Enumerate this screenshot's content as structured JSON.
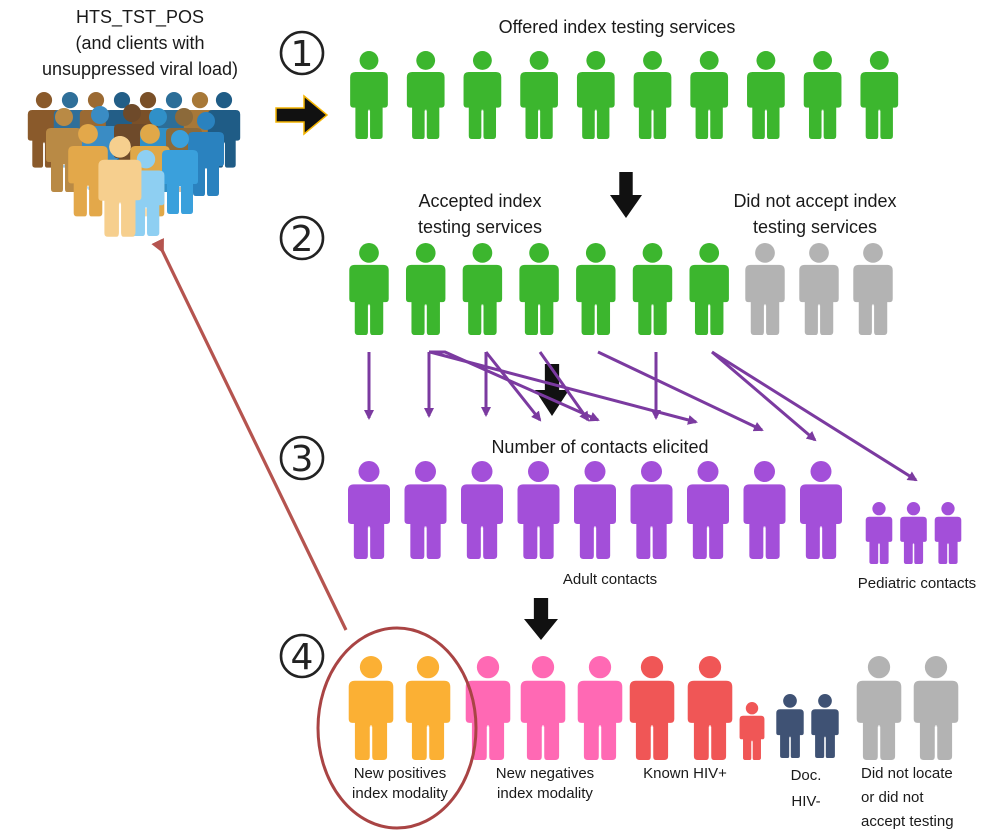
{
  "source_group": {
    "label_line1": "HTS_TST_POS",
    "label_line2": "(and clients with",
    "label_line3": "unsuppressed viral load)"
  },
  "steps": [
    {
      "number": "1",
      "heading": "Offered index testing services",
      "count": 10
    },
    {
      "number": "2",
      "accepted_line1": "Accepted index",
      "accepted_line2": "testing services",
      "accepted_count": 7,
      "declined_line1": "Did not accept index",
      "declined_line2": "testing services",
      "declined_count": 3
    },
    {
      "number": "3",
      "heading": "Number of contacts elicited",
      "adult_label": "Adult contacts",
      "adult_count": 9,
      "pediatric_label": "Pediatric contacts",
      "pediatric_count": 3
    },
    {
      "number": "4",
      "outcomes": [
        {
          "label_line1": "New positives",
          "label_line2": "index modality",
          "count": 2,
          "color": "#fbb034"
        },
        {
          "label_line1": "New negatives",
          "label_line2": "index modality",
          "count": 3,
          "color": "#ff69b4"
        },
        {
          "label_line1": "Known HIV+",
          "count": 2,
          "color": "#f05656"
        },
        {
          "label_line1": "Doc.",
          "label_line2": "HIV-",
          "count": 2,
          "color": "#3f5274"
        },
        {
          "label_line1": "Did not locate",
          "label_line2": "or did not",
          "label_line3": "accept testing",
          "count": 2,
          "color": "#b3b3b3"
        }
      ]
    }
  ],
  "colors": {
    "offered": "#3cb62e",
    "declined": "#b3b3b3",
    "contacts": "#a34fd9",
    "elicitation_arrows": "#7b3aa0",
    "flow_arrows": "#111111",
    "flow_arrow_outline": "#f4b400",
    "feedback_arrow": "#b5544f",
    "highlight_circle": "#a94444"
  },
  "icons": {
    "person": "person-icon",
    "step_marker": "circled-number-icon",
    "flow_arrow": "arrow-icon"
  }
}
